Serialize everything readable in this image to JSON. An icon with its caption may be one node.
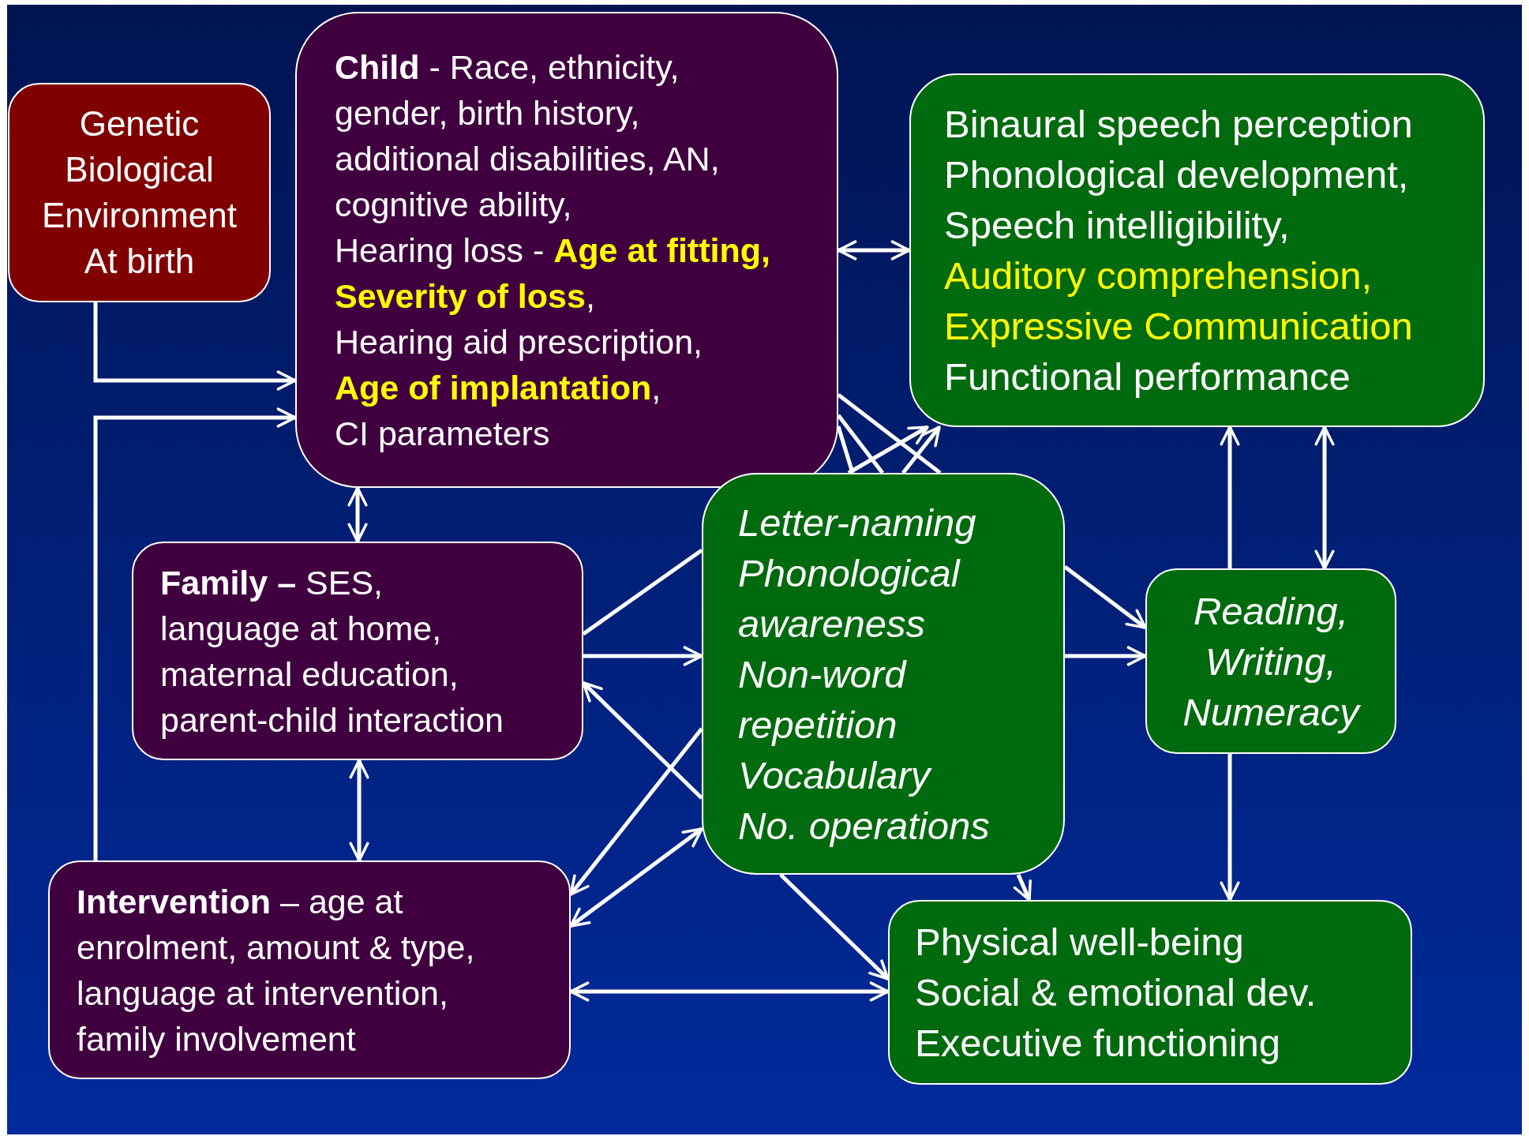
{
  "diagram": {
    "nodes": [
      {
        "text": [
          "Genetic",
          "Biological",
          "Environment",
          "At birth"
        ]
      },
      {
        "text": [
          "**Child** - Race, ethnicity, gender, birth history, additional disabilities, AN, cognitive ability,",
          "Hearing loss - **Age at fitting, Severity of loss**,",
          "Hearing aid prescription,",
          "**Age of implantation**,",
          "CI parameters"
        ]
      },
      {
        "text": [
          "Binaural speech perception",
          "Phonological development,",
          "Speech intelligibility,",
          "Auditory comprehension,",
          "Expressive Communication",
          "Functional performance"
        ]
      },
      {
        "text": [
          "**Family –** SES, language at home, maternal education, parent-child interaction"
        ]
      },
      {
        "text": [
          "Letter-naming",
          "Phonological awareness",
          "Non-word repetition",
          "Vocabulary",
          "No. operations"
        ]
      },
      {
        "text": [
          "Reading, Writing, Numeracy"
        ]
      },
      {
        "text": [
          "**Intervention** – age at enrolment, amount & type, language at intervention, family involvement"
        ]
      },
      {
        "text": [
          "Physical well-being",
          "Social & emotional dev.",
          "Executive functioning"
        ]
      }
    ],
    "edges": [
      {
        "from": 0,
        "to": 1,
        "arrow": "to"
      },
      {
        "from": 6,
        "to": 1,
        "arrow": "to"
      },
      {
        "from": 1,
        "to": 2,
        "arrow": "both"
      },
      {
        "from": 1,
        "to": 3,
        "arrow": "both"
      },
      {
        "from": 3,
        "to": 6,
        "arrow": "both"
      },
      {
        "from": 3,
        "to": 4,
        "arrow": "to"
      },
      {
        "from": 4,
        "to": 5,
        "arrow": "to"
      },
      {
        "from": 1,
        "to": 4,
        "arrow": "none"
      },
      {
        "from": 4,
        "to": 5,
        "arrow": "to"
      },
      {
        "from": 1,
        "to": 4,
        "arrow": "none"
      },
      {
        "from": 4,
        "to": 7,
        "arrow": "to"
      },
      {
        "from": 1,
        "to": 4,
        "arrow": "none"
      },
      {
        "from": 3,
        "to": 4,
        "arrow": "none"
      },
      {
        "from": 4,
        "to": 2,
        "arrow": "to"
      },
      {
        "from": 4,
        "to": 3,
        "arrow": "to"
      },
      {
        "from": 4,
        "to": 7,
        "arrow": "to"
      },
      {
        "from": 4,
        "to": 6,
        "arrow": "to"
      },
      {
        "from": 4,
        "to": 2,
        "arrow": "to"
      },
      {
        "from": 6,
        "to": 4,
        "arrow": "both"
      },
      {
        "from": 5,
        "to": 2,
        "arrow": "to"
      },
      {
        "from": 5,
        "to": 2,
        "arrow": "both"
      },
      {
        "from": 5,
        "to": 7,
        "arrow": "to"
      },
      {
        "from": 6,
        "to": 7,
        "arrow": "both"
      }
    ]
  }
}
